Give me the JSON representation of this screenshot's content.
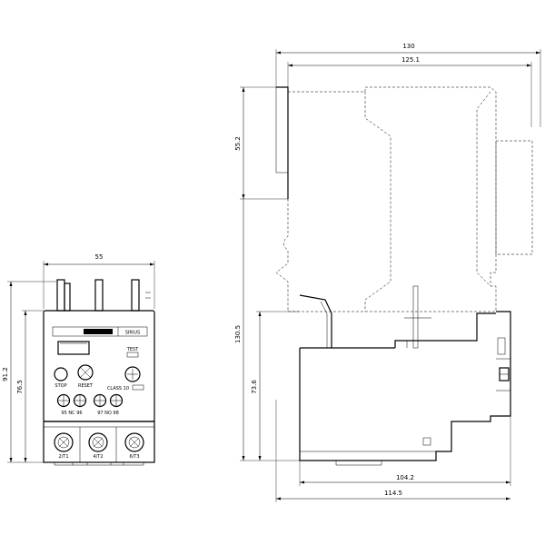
{
  "front_view": {
    "dims": {
      "width": "55",
      "height_total": "91.2",
      "height_body": "76.5"
    },
    "label_top_left": "▮▮▮▮▮▮",
    "brand": "SIRIUS",
    "test_label": "TEST",
    "stop_label": "STOP",
    "reset_label": "RESET",
    "class_label": "CLASS 10",
    "nc_label": "95 NC 96",
    "no_label": "97 NO 98",
    "terminal_labels": [
      "2/T1",
      "4/T2",
      "6/T3"
    ]
  },
  "side_view": {
    "dims": {
      "top_width": "130",
      "top_width2": "125.1",
      "upper_height": "55.2",
      "total_height": "130.5",
      "lower_height": "73.6",
      "bottom_depth": "104.2",
      "bottom_depth2": "114.5"
    }
  }
}
